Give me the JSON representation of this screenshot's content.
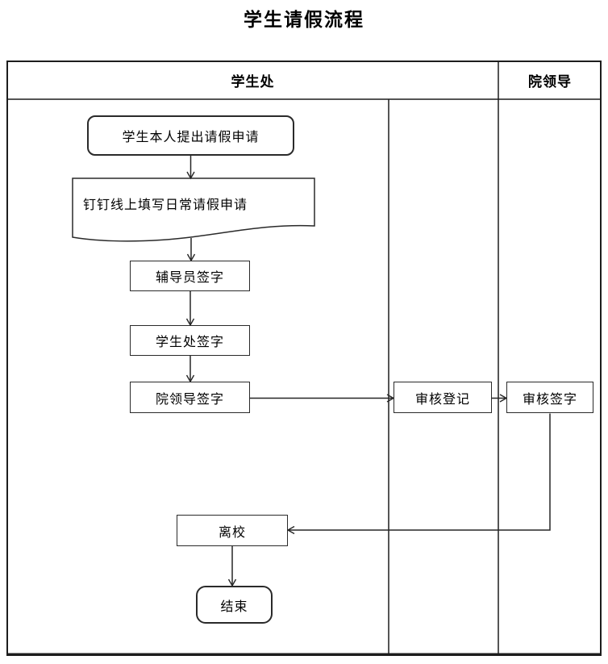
{
  "title": "学生请假流程",
  "lanes": {
    "student_office": "学生处",
    "dean": "院领导"
  },
  "nodes": {
    "start": "学生本人提出请假申请",
    "fill_online": "钉钉线上填写日常请假申请",
    "counselor_sign": "辅导员签字",
    "student_office_sign": "学生处签字",
    "dean_sign": "院领导签字",
    "review_register": "审核登记",
    "review_sign": "审核签字",
    "leave_school": "离校",
    "end": "结束"
  },
  "colors": {
    "line": "#262626",
    "background": "#ffffff",
    "text": "#000000"
  }
}
